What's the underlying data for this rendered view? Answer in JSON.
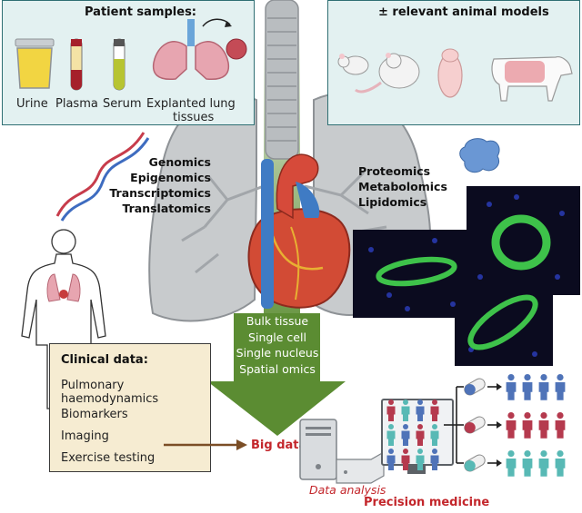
{
  "patient_samples": {
    "title": "Patient samples:",
    "items": [
      {
        "label": "Urine"
      },
      {
        "label": "Plasma"
      },
      {
        "label": "Serum"
      },
      {
        "label_line1": "Explanted lung",
        "label_line2": "tissues"
      }
    ]
  },
  "animal_models": {
    "title": "± relevant animal models"
  },
  "omics_left": [
    "Genomics",
    "Epigenomics",
    "Transcriptomics",
    "Translatomics"
  ],
  "omics_right": [
    "Proteomics",
    "Metabolomics",
    "Lipidomics"
  ],
  "analysis_steps": [
    "Bulk tissue",
    "Single cell",
    "Single nucleus",
    "Spatial omics"
  ],
  "clinical": {
    "title": "Clinical data:",
    "items": [
      "Pulmonary haemodynamics",
      "Biomarkers",
      "Imaging",
      "Exercise testing"
    ]
  },
  "big_data": "Big data",
  "data_analysis": "Data analysis",
  "precision_medicine": "Precision medicine",
  "colors": {
    "panel_bg": "#e3f1f1",
    "panel_border": "#2f6f73",
    "arrow_green": "#5b8c32",
    "accent_red": "#c3262b",
    "clinical_bg": "#f6ecd2",
    "group_blue": "#4f73b8",
    "group_red": "#b53a4e",
    "group_teal": "#58b9b5"
  }
}
